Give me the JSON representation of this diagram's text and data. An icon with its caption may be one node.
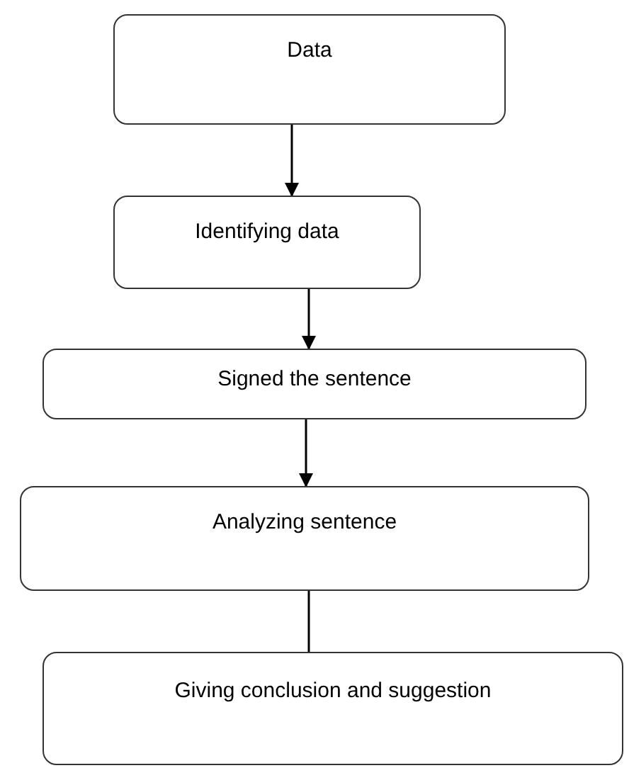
{
  "diagram": {
    "nodes": [
      {
        "text": [
          "Data"
        ]
      },
      {
        "text": [
          "Identifying data"
        ]
      },
      {
        "text": [
          "Signed the sentence"
        ]
      },
      {
        "text": [
          "Analyzing sentence"
        ]
      },
      {
        "text": [
          "Giving conclusion and suggestion"
        ]
      }
    ],
    "edges": [
      {
        "from": 0,
        "to": 1,
        "arrow": "to"
      },
      {
        "from": 1,
        "to": 2,
        "arrow": "to"
      },
      {
        "from": 2,
        "to": 3,
        "arrow": "to"
      },
      {
        "from": 3,
        "to": 4,
        "arrow": "none"
      }
    ]
  }
}
